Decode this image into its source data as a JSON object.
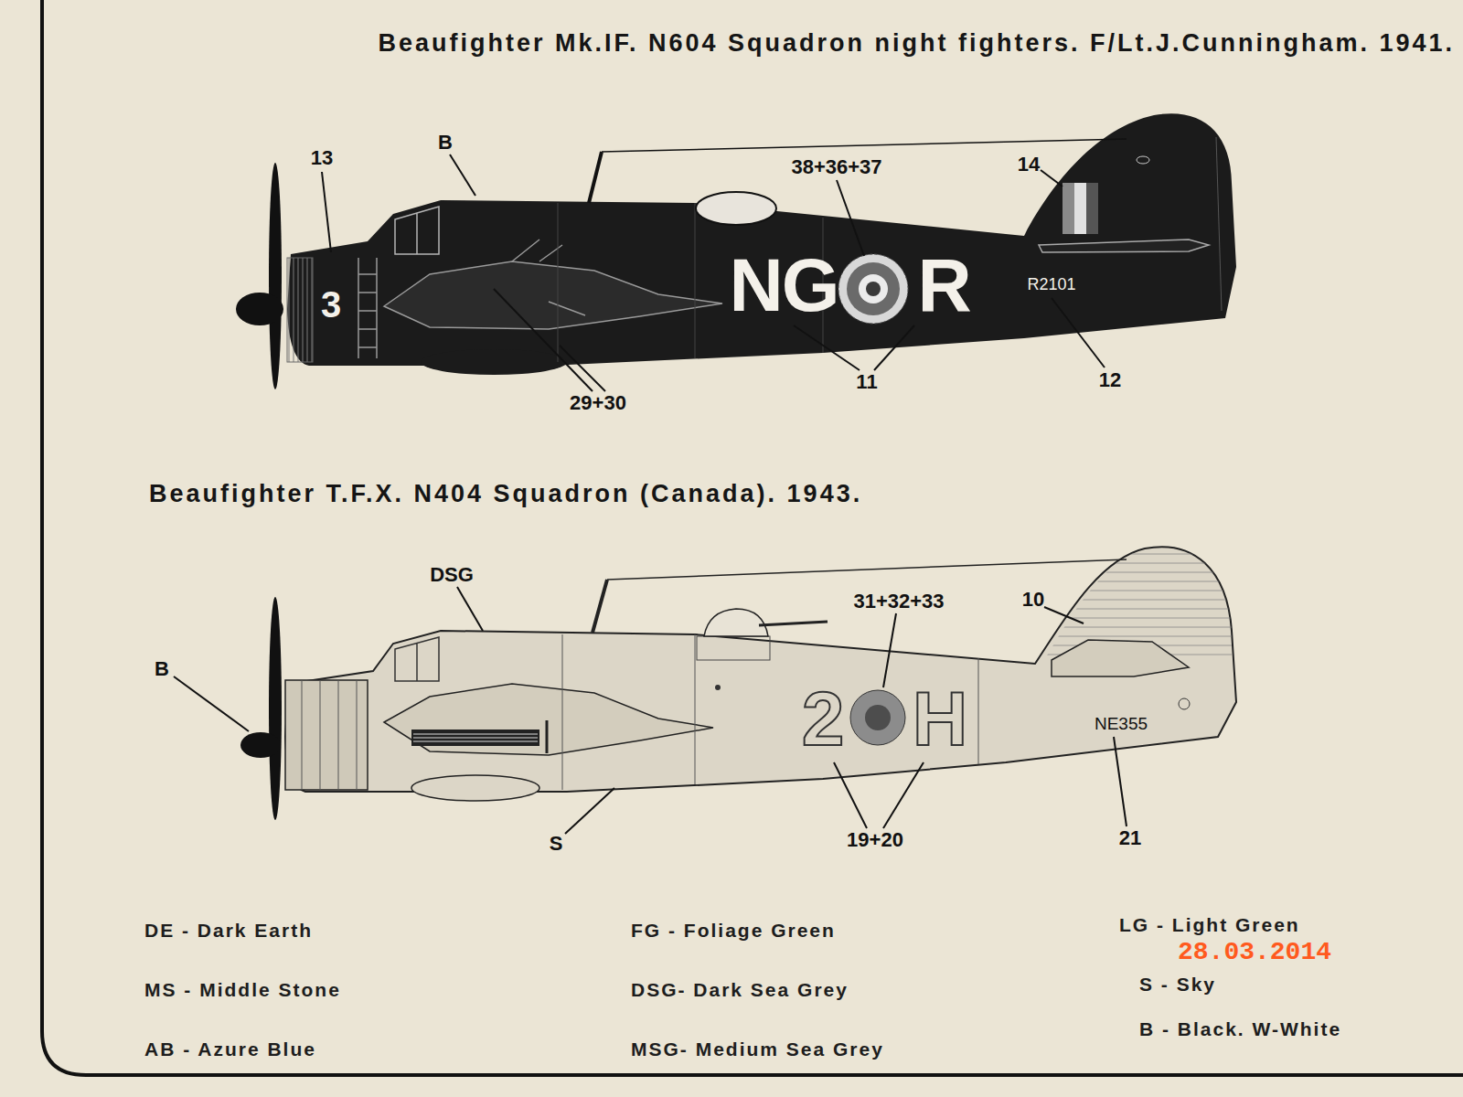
{
  "diagram": {
    "labels": [
      "Beaufighter Mk.IF. N604 Squadron night fighters. F/Lt.J.Cunningham. 1941.",
      "13",
      "B",
      "38+36+37",
      "14",
      "3",
      "NG",
      "R",
      "R2101",
      "11",
      "12",
      "29+30",
      "Beaufighter T.F.X. N404 Squadron (Canada). 1943.",
      "DSG",
      "B",
      "31+32+33",
      "10",
      "2",
      "H",
      "NE355",
      "19+20",
      "21",
      "S",
      "28.03.2014"
    ],
    "legend": [
      {
        "text": "DE - Dark Earth"
      },
      {
        "text": "MS - Middle Stone"
      },
      {
        "text": "AB - Azure Blue"
      },
      {
        "text": "FG - Foliage Green"
      },
      {
        "text": "DSG- Dark Sea Grey"
      },
      {
        "text": "MSG- Medium Sea Grey"
      },
      {
        "text": "LG - Light Green"
      },
      {
        "text": "S - Sky"
      },
      {
        "text": "B - Black. W-White"
      }
    ]
  }
}
